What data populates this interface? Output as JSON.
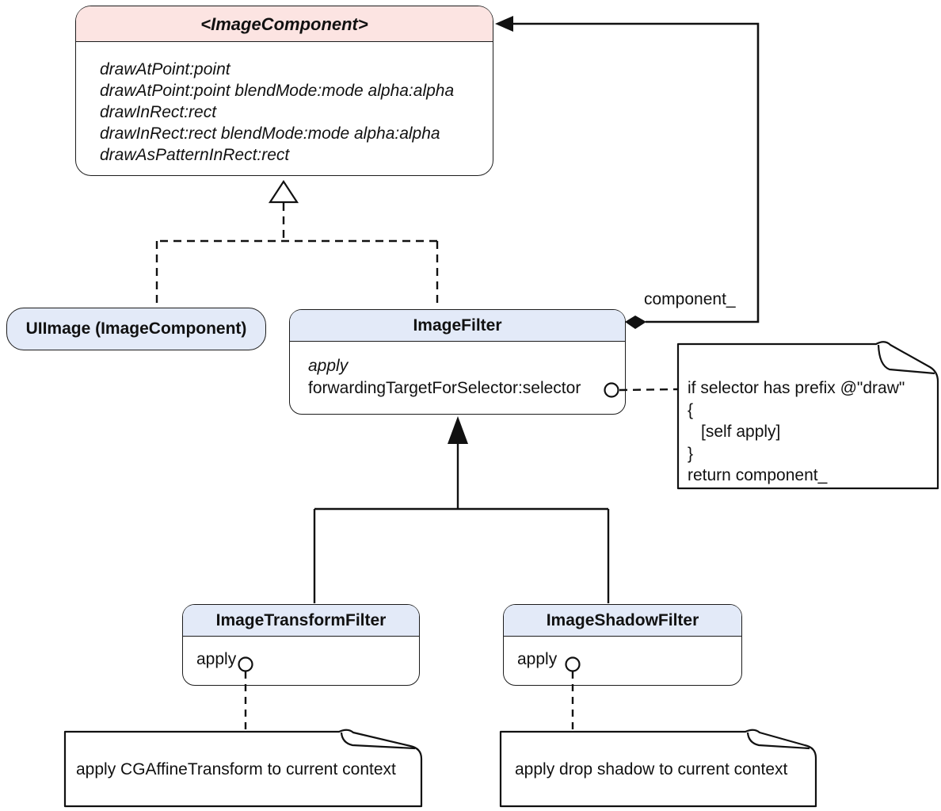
{
  "colors": {
    "protocol_header_bg": "#fce4e2",
    "class_header_bg": "#e3eaf8",
    "line": "#111111"
  },
  "classes": {
    "image_component": {
      "title": "<ImageComponent>",
      "methods": [
        "drawAtPoint:point",
        "drawAtPoint:point blendMode:mode alpha:alpha",
        "drawInRect:rect",
        "drawInRect:rect blendMode:mode alpha:alpha",
        "drawAsPatternInRect:rect"
      ]
    },
    "uiimage": {
      "title": "UIImage (ImageComponent)"
    },
    "image_filter": {
      "title": "ImageFilter",
      "methods": [
        "apply",
        "forwardingTargetForSelector:selector"
      ]
    },
    "image_transform_filter": {
      "title": "ImageTransformFilter",
      "methods": [
        "apply"
      ]
    },
    "image_shadow_filter": {
      "title": "ImageShadowFilter",
      "methods": [
        "apply"
      ]
    }
  },
  "labels": {
    "component_field": "component_"
  },
  "notes": {
    "forwarding": {
      "lines": [
        "if selector has prefix @\"draw\"",
        "{",
        "[self apply]",
        "}",
        "return component_"
      ]
    },
    "transform": {
      "text": "apply CGAffineTransform to current context"
    },
    "shadow": {
      "text": "apply drop shadow to current context"
    }
  },
  "relationships": [
    {
      "type": "realization",
      "from": "UIImage (ImageComponent)",
      "to": "<ImageComponent>"
    },
    {
      "type": "realization",
      "from": "ImageFilter",
      "to": "<ImageComponent>"
    },
    {
      "type": "inheritance",
      "from": "ImageTransformFilter",
      "to": "ImageFilter"
    },
    {
      "type": "inheritance",
      "from": "ImageShadowFilter",
      "to": "ImageFilter"
    },
    {
      "type": "composition",
      "from": "ImageFilter",
      "to": "<ImageComponent>",
      "label": "component_"
    },
    {
      "type": "note-link",
      "from": "forwardingTargetForSelector:selector",
      "to": "forwarding note"
    },
    {
      "type": "note-link",
      "from": "ImageTransformFilter.apply",
      "to": "transform note"
    },
    {
      "type": "note-link",
      "from": "ImageShadowFilter.apply",
      "to": "shadow note"
    }
  ]
}
